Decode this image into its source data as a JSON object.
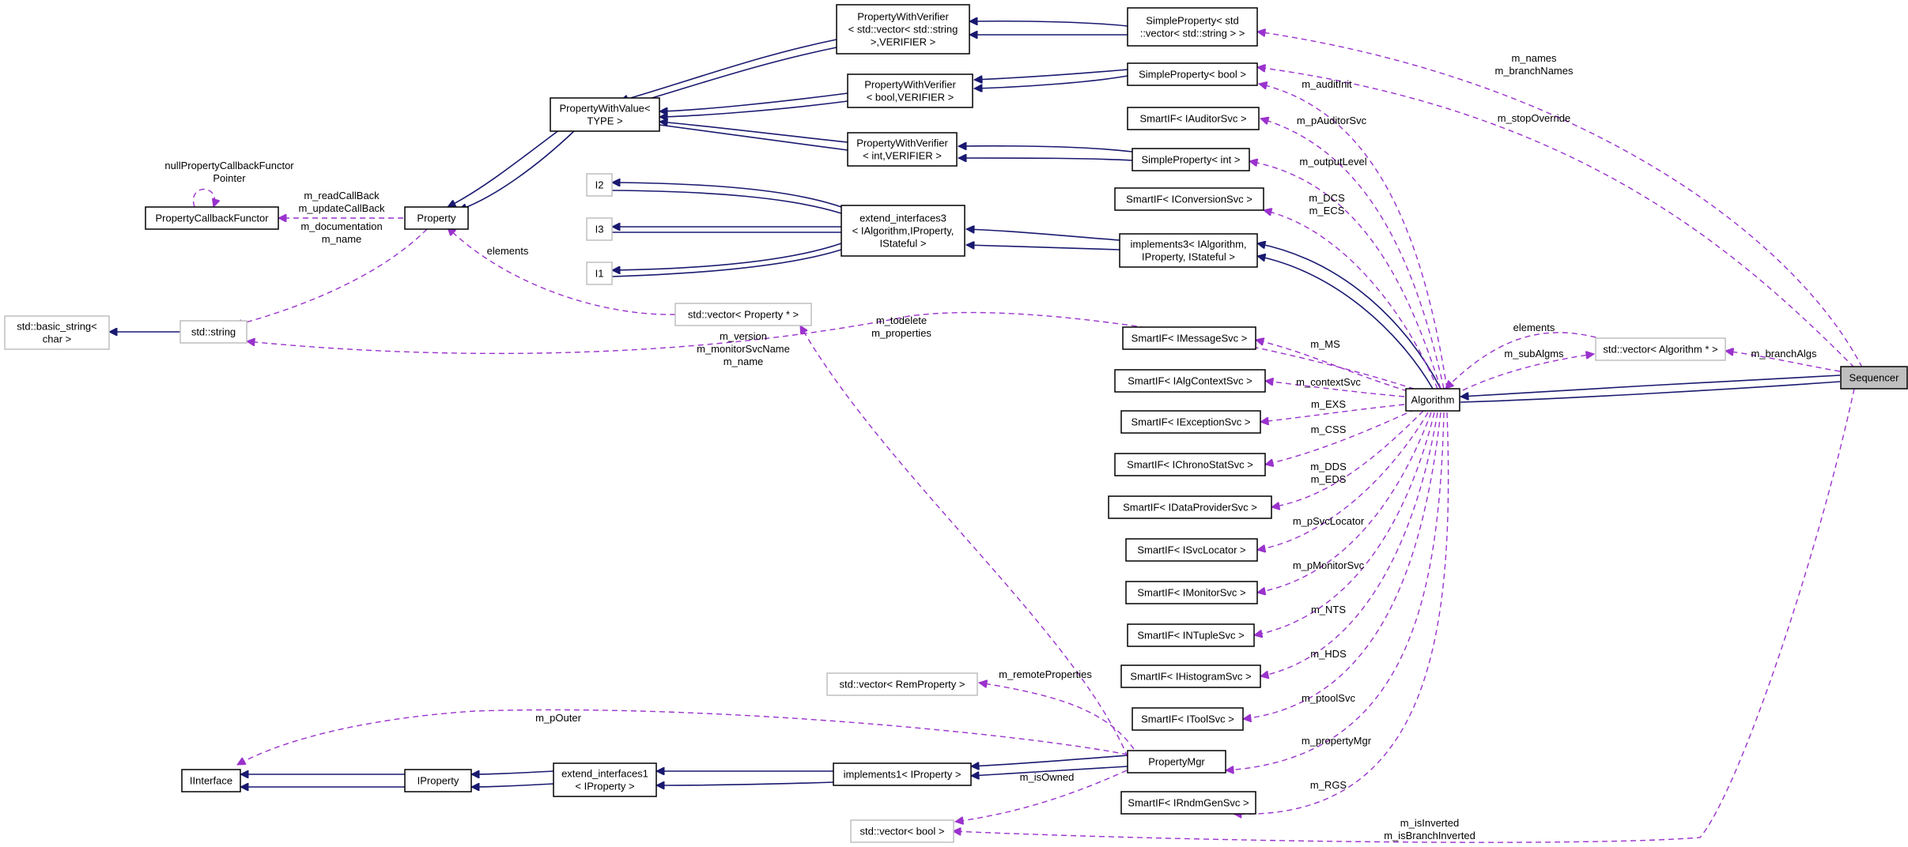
{
  "nodes": {
    "sequencer": [
      "Sequencer"
    ],
    "algorithm": [
      "Algorithm"
    ],
    "vec_algorithm": [
      "std::vector< Algorithm * >"
    ],
    "simpleprop_vecstring": [
      "SimpleProperty< std",
      "::vector< std::string > >"
    ],
    "simpleprop_bool": [
      "SimpleProperty< bool >"
    ],
    "simpleprop_int": [
      "SimpleProperty< int >"
    ],
    "pwv_vecstring": [
      "PropertyWithVerifier",
      "< std::vector< std::string",
      ">,VERIFIER >"
    ],
    "pwv_bool": [
      "PropertyWithVerifier",
      "< bool,VERIFIER >"
    ],
    "pwv_int": [
      "PropertyWithVerifier",
      "< int,VERIFIER >"
    ],
    "pwvalue": [
      "PropertyWithValue<",
      "TYPE >"
    ],
    "property": [
      "Property"
    ],
    "propcallbackfunctor": [
      "PropertyCallbackFunctor"
    ],
    "std_string": [
      "std::string"
    ],
    "std_basic_string": [
      "std::basic_string<",
      "char >"
    ],
    "i2": [
      "I2"
    ],
    "i3": [
      "I3"
    ],
    "i1": [
      "I1"
    ],
    "extend_if3": [
      "extend_interfaces3",
      "< IAlgorithm,IProperty,",
      "IStateful >"
    ],
    "implements3": [
      "implements3< IAlgorithm,",
      "IProperty, IStateful >"
    ],
    "vec_property": [
      "std::vector< Property * >"
    ],
    "sm_auditorsvc": [
      "SmartIF< IAuditorSvc >"
    ],
    "sm_conversionsvc": [
      "SmartIF< IConversionSvc >"
    ],
    "sm_messagesvc": [
      "SmartIF< IMessageSvc >"
    ],
    "sm_algcontextsvc": [
      "SmartIF< IAlgContextSvc >"
    ],
    "sm_exceptionsvc": [
      "SmartIF< IExceptionSvc >"
    ],
    "sm_chronostatsvc": [
      "SmartIF< IChronoStatSvc >"
    ],
    "sm_dataprovidersvc": [
      "SmartIF< IDataProviderSvc >"
    ],
    "sm_svclocator": [
      "SmartIF< ISvcLocator >"
    ],
    "sm_monitorsvc": [
      "SmartIF< IMonitorSvc >"
    ],
    "sm_ntuplesvc": [
      "SmartIF< INTupleSvc >"
    ],
    "sm_histogramsvc": [
      "SmartIF< IHistogramSvc >"
    ],
    "sm_toolsvc": [
      "SmartIF< IToolSvc >"
    ],
    "sm_rndmgensvc": [
      "SmartIF< IRndmGenSvc >"
    ],
    "vec_remproperty": [
      "std::vector< RemProperty >"
    ],
    "propertymgr": [
      "PropertyMgr"
    ],
    "implements1": [
      "implements1< IProperty >"
    ],
    "extend_if1": [
      "extend_interfaces1",
      "< IProperty >"
    ],
    "iproperty": [
      "IProperty"
    ],
    "iinterface": [
      "IInterface"
    ],
    "vec_bool": [
      "std::vector< bool >"
    ]
  },
  "edge_labels": {
    "names": [
      "m_names",
      "m_branchNames"
    ],
    "stop_override": [
      "m_stopOverride"
    ],
    "branch_algs": [
      "m_branchAlgs"
    ],
    "is_inverted": [
      "m_isInverted",
      "m_isBranchInverted"
    ],
    "audit_init": [
      "m_auditInit"
    ],
    "p_auditor_svc": [
      "m_pAuditorSvc"
    ],
    "output_level": [
      "m_outputLevel"
    ],
    "dcs_ecs": [
      "m_DCS",
      "m_ECS"
    ],
    "elements_alg": [
      "elements"
    ],
    "sub_algms": [
      "m_subAlgms"
    ],
    "version_name": [
      "m_version",
      "m_monitorSvcName",
      "m_name"
    ],
    "ms": [
      "m_MS"
    ],
    "context_svc": [
      "m_contextSvc"
    ],
    "exs": [
      "m_EXS"
    ],
    "css": [
      "m_CSS"
    ],
    "dds_eds": [
      "m_DDS",
      "m_EDS"
    ],
    "p_svc_locator": [
      "m_pSvcLocator"
    ],
    "p_monitor_svc": [
      "m_pMonitorSvc"
    ],
    "nts": [
      "m_NTS"
    ],
    "hds": [
      "m_HDS"
    ],
    "ptool_svc": [
      "m_ptoolSvc"
    ],
    "property_mgr": [
      "m_propertyMgr"
    ],
    "rgs": [
      "m_RGS"
    ],
    "todelete": [
      "m_todelete",
      "m_properties"
    ],
    "remote_props": [
      "m_remoteProperties"
    ],
    "p_outer": [
      "m_pOuter"
    ],
    "is_owned": [
      "m_isOwned"
    ],
    "elements_prop": [
      "elements"
    ],
    "callbacks": [
      "m_readCallBack",
      "m_updateCallBack"
    ],
    "null_callback": [
      "nullPropertyCallbackFunctor",
      "Pointer"
    ],
    "doc_name": [
      "m_documentation",
      "m_name"
    ]
  },
  "colors": {
    "inheritance": "#191970",
    "usage": "#9a32cd",
    "highlight_fill": "#bfbfbf",
    "undocumented_border": "#bfbfbf"
  }
}
